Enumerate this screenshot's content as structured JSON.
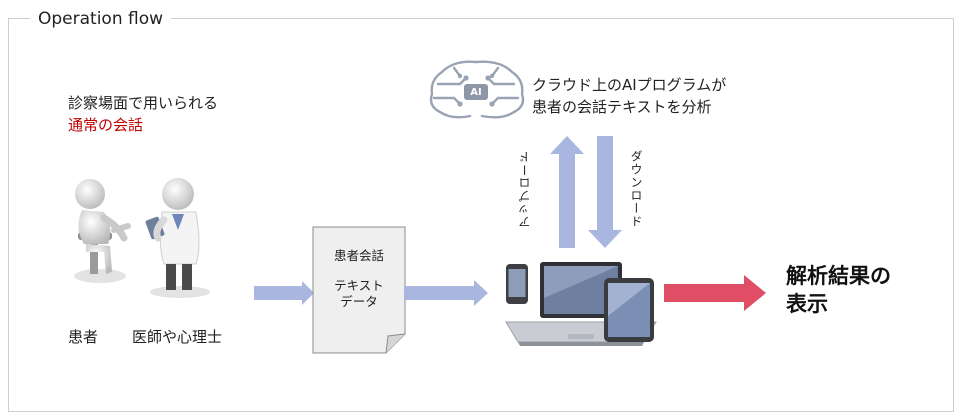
{
  "frame": {
    "title": "Operation flow"
  },
  "scene": {
    "line1": "診察場面で用いられる",
    "line2": "通常の会話",
    "patient_label": "患者",
    "doctor_label": "医師や心理士"
  },
  "document": {
    "line1": "患者会話",
    "line2": "テキスト",
    "line3": "データ"
  },
  "cloud": {
    "ai_badge": "AI",
    "line1": "クラウド上のAIプログラムが",
    "line2": "患者の会話テキストを分析"
  },
  "arrows": {
    "upload": "アップロード",
    "download": "ダウンロード"
  },
  "result": {
    "line1": "解析結果の",
    "line2": "表示"
  },
  "colors": {
    "flow_arrow": "#a9b7e0",
    "result_arrow": "#e04e66",
    "accent_red": "#c00000"
  }
}
